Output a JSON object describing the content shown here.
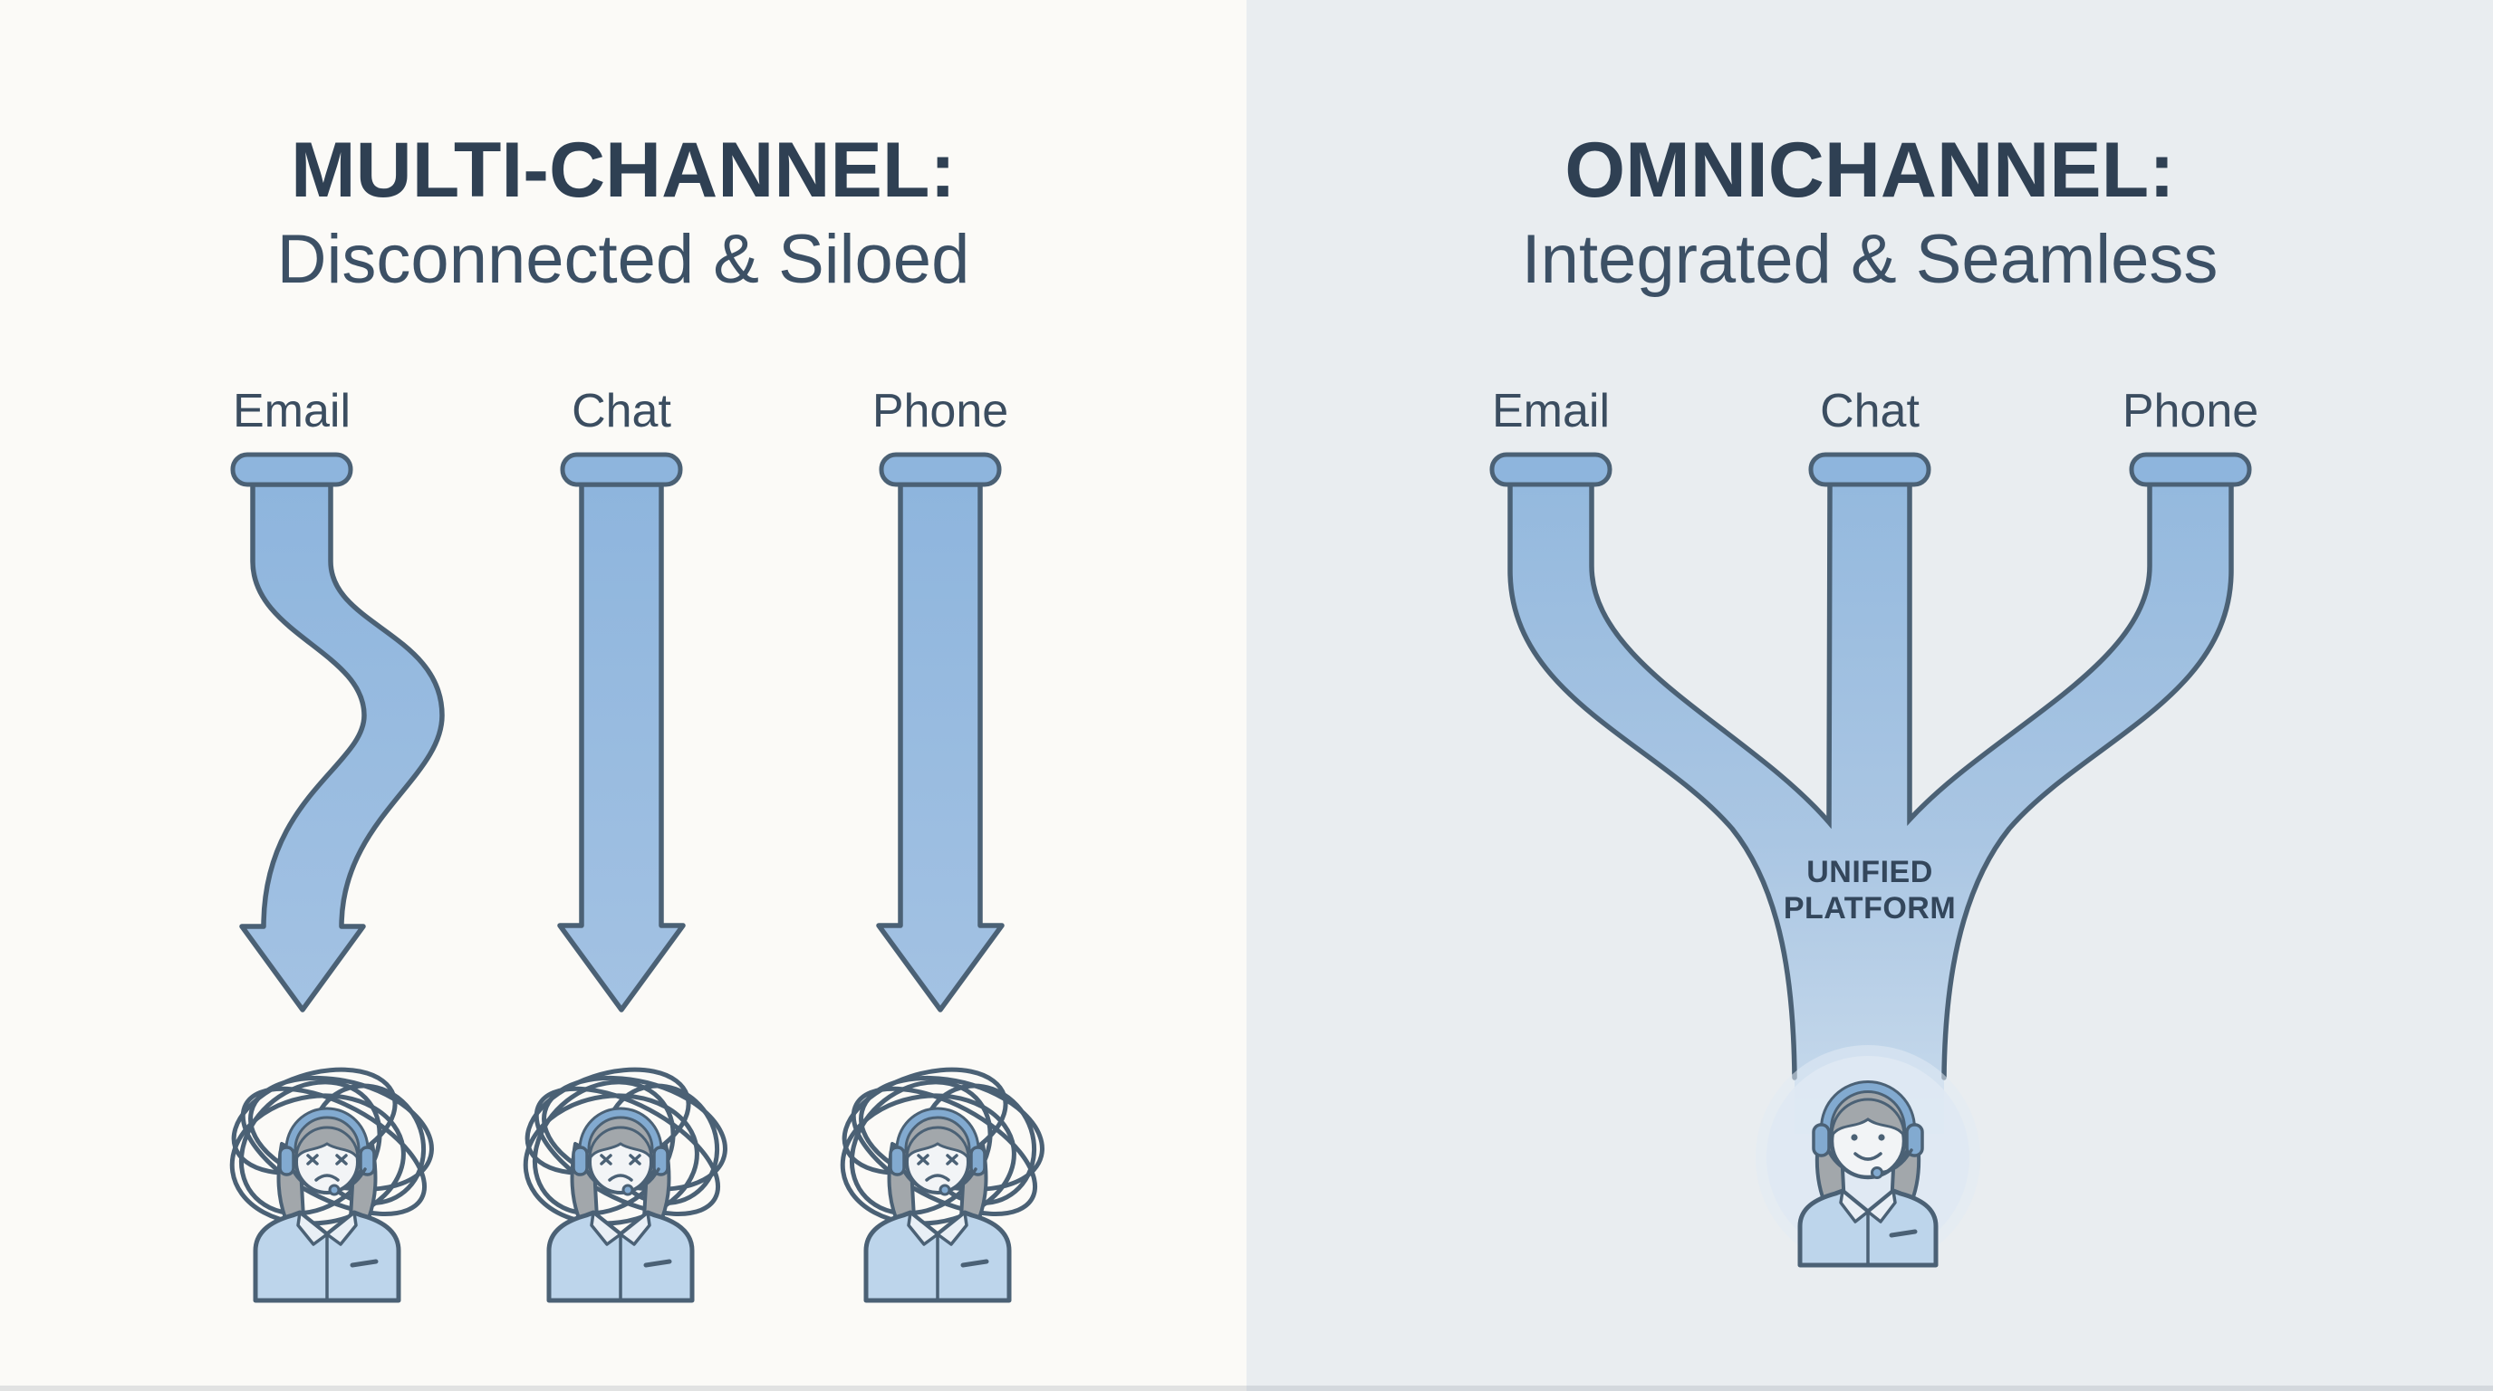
{
  "left_panel": {
    "title": "MULTI-CHANNEL:",
    "subtitle": "Disconnected & Siloed",
    "channels": [
      {
        "label": "Email",
        "flow": "s-curved-arrow"
      },
      {
        "label": "Chat",
        "flow": "straight-arrow"
      },
      {
        "label": "Phone",
        "flow": "straight-arrow"
      }
    ],
    "agent_icons": [
      "stressed-support-agent-icon",
      "stressed-support-agent-icon",
      "stressed-support-agent-icon"
    ]
  },
  "right_panel": {
    "title": "OMNICHANNEL:",
    "subtitle": "Integrated & Seamless",
    "channels": [
      {
        "label": "Email",
        "flow": "merging-pipe"
      },
      {
        "label": "Chat",
        "flow": "merging-pipe"
      },
      {
        "label": "Phone",
        "flow": "merging-pipe"
      }
    ],
    "platform_label": {
      "line1": "UNIFIED",
      "line2": "PLATFORM"
    },
    "agent_icon": "happy-support-agent-icon"
  },
  "colors": {
    "left_background": "#fbfaf7",
    "right_background": "#e9edf0",
    "pipe_fill": "#92b7dd",
    "pipe_fill_light": "#c9dbec",
    "outline": "#4b6175",
    "heading_text": "#2f4053",
    "label_text": "#3b4d60",
    "shirt": "#bdd5eb",
    "hair": "#a2a7ab",
    "headset": "#82aad0",
    "halo": "#dfe9f3"
  }
}
